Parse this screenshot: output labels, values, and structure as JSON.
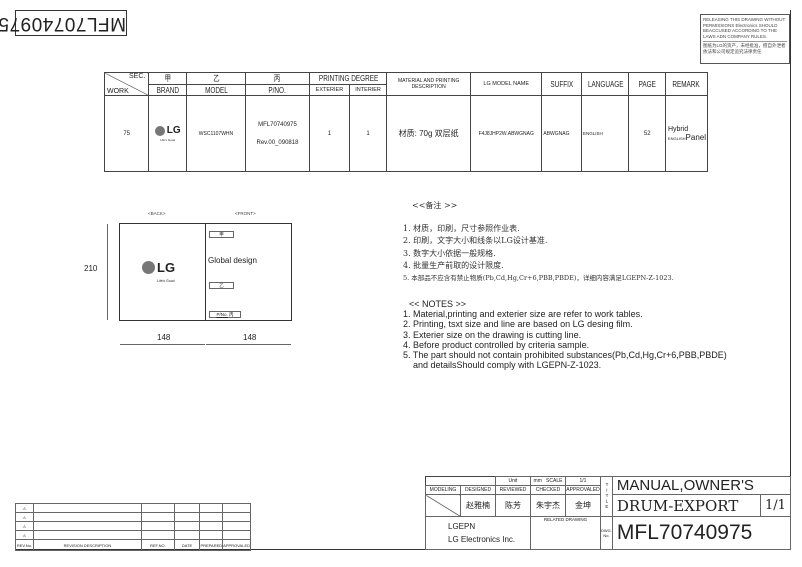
{
  "header": {
    "part_number_rotated": "MFL70740975",
    "warning_en": "RELEASING THIS DRAWING WITHOUT PERMISSIONS Electronics SHOULD BEACCUSED ACCORDING TO THE LAWS ADN COMPANY RULES.",
    "warning_cn": "图纸为LG的资产，未经批准，擅自外泄者依法和公司规定追究法律责任"
  },
  "spec_table": {
    "headers": {
      "sec": "SEC.",
      "work": "WORK",
      "jia": "甲",
      "brand": "BRAND",
      "yi": "乙",
      "model": "MODEL",
      "bing": "丙",
      "pno": "P/NO.",
      "printing_degree": "PRINTING DEGREE",
      "exterier": "EXTERIER",
      "interier": "INTERIER",
      "material": "MATERIAL AND PRINTING DESCRIPTION",
      "lg_model_name": "LG MODEL NAME",
      "suffix": "SUFFIX",
      "language": "LANGUAGE",
      "page": "PAGE",
      "remark": "REMARK"
    },
    "row": {
      "work": "75",
      "brand": "LG",
      "brand_slogan": "Life's Good",
      "model": "WSC1107WHN",
      "pno": "MFL70740975",
      "rev": "Rev.00_090818",
      "exterier": "1",
      "interier": "1",
      "material": "材质: 70g 双层纸",
      "lg_model_name": "F4J8JHP2W.ABWGNAG",
      "suffix": "ABWGNAG",
      "language": "ENGLISH",
      "page": "52",
      "remark_1": "Hybrid",
      "remark_2a": "ENGLISH",
      "remark_2b": "Panel"
    }
  },
  "drawing": {
    "back_label": "<BACK>",
    "front_label": "<FRONT>",
    "height_dim": "210",
    "width_back": "148",
    "width_front": "148",
    "logo": "LG",
    "slogan": "Life's Good",
    "global_design": "Global design",
    "tag_jia": "甲",
    "tag_yi": "乙",
    "tag_pno": "P/No.",
    "tag_bing": "丙"
  },
  "notes_cn": {
    "title": "<<备注 >>",
    "items": [
      "1. 材质，印刷，尺寸参照作业表.",
      "2. 印刷，文字大小和线条以LG设计基准.",
      "3. 数字大小依据一般规格.",
      "4. 批量生产前取的设计限度.",
      "5. 本部品不应含有禁止物质(Pb,Cd,Hg,Cr+6,PBB,PBDE)，详细内容满足LGEPN-Z-1023."
    ]
  },
  "notes_en": {
    "title": "<< NOTES >>",
    "items": [
      "1. Material,printing and exterier size are refer to work tables.",
      "2. Printing, tsxt  size and line are based on LG desing film.",
      "3. Exterier size on the drawing is cutting line.",
      "4. Before product controlled by criteria sample.",
      "5. The part should not contain prohibited substances(Pb,Cd,Hg,Cr+6,PBB,PBDE)",
      "   and detailsShould comply with LGEPN-Z-1023."
    ]
  },
  "title_block": {
    "unit_label": "Unit",
    "unit": "mm",
    "scale_label": "SCALE",
    "scale": "1/1",
    "modeling": "MODELING",
    "designed": "DESIGNED",
    "reviewed": "REVIEWED",
    "checked": "CHECKED",
    "approvaled": "APPROVALED",
    "designer": "赵雅楠",
    "reviewer": "陈芳",
    "checker": "朱宇杰",
    "approver": "金坤",
    "company_code": "LGEPN",
    "company": "LG Electronics Inc.",
    "related_drawing": "RELATED DRAWING",
    "title_label": "TITLE",
    "dwg_no_label": "DWG. No.",
    "title_1": "MANUAL,OWNER'S",
    "title_2": "DRUM-EXPORT",
    "sheet": "1/1",
    "dwg_no": "MFL70740975"
  },
  "revision_table": {
    "rev_no": "REV.No.",
    "description": "REVISION DESCRIPTION",
    "ref_no": "REF.NO.",
    "date": "DATE",
    "prepared": "PREPARED",
    "approvaled": "APPROVALED",
    "marks": [
      "⚠",
      "⚠",
      "⚠",
      "⚠"
    ]
  }
}
